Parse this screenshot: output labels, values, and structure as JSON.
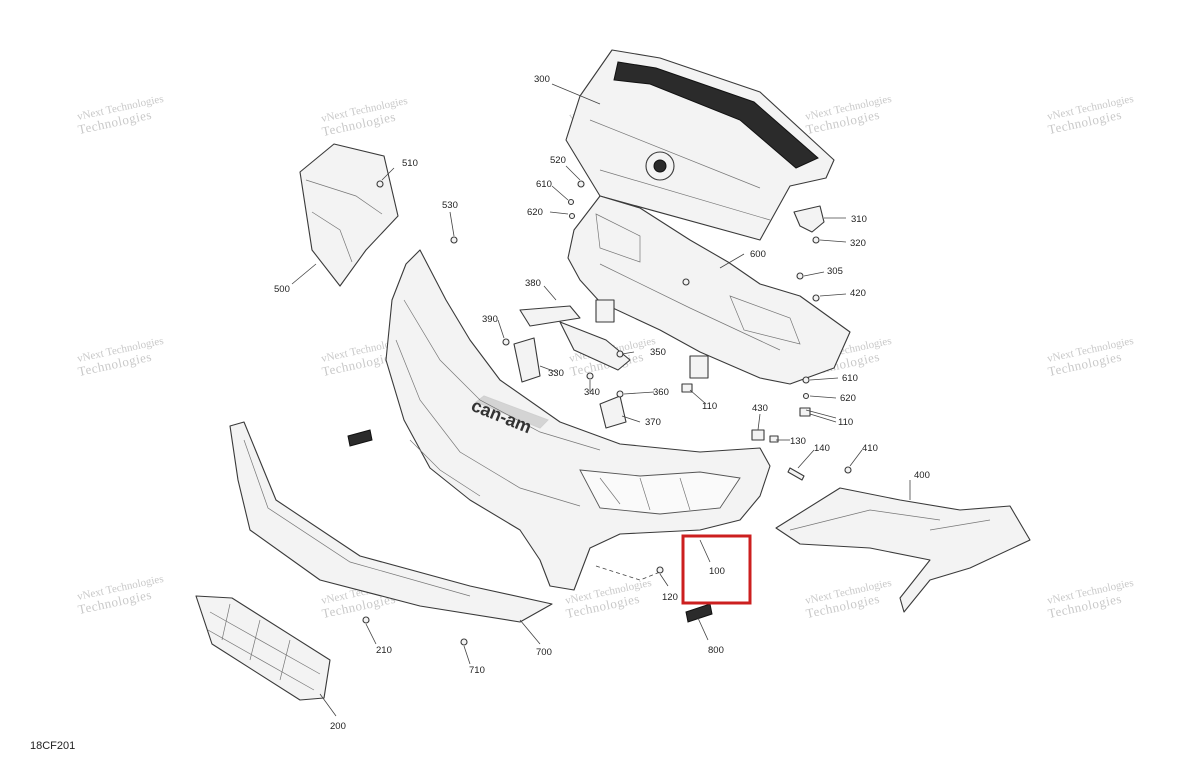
{
  "document_code": "18CF201",
  "watermark": {
    "line1": "vNext Technologies",
    "line2": "Technologies"
  },
  "logo_text": "can-am",
  "highlight_color": "#cc1f1f",
  "callouts": {
    "c100": "100",
    "c110a": "110",
    "c110b": "110",
    "c120": "120",
    "c130": "130",
    "c140": "140",
    "c200": "200",
    "c210": "210",
    "c300": "300",
    "c305": "305",
    "c310": "310",
    "c320": "320",
    "c330": "330",
    "c340": "340",
    "c350": "350",
    "c360": "360",
    "c370": "370",
    "c380": "380",
    "c390": "390",
    "c400": "400",
    "c410": "410",
    "c420": "420",
    "c430": "430",
    "c500": "500",
    "c510": "510",
    "c520": "520",
    "c530": "530",
    "c600": "600",
    "c610a": "610",
    "c610b": "610",
    "c620a": "620",
    "c620b": "620",
    "c700": "700",
    "c710": "710",
    "c800": "800"
  },
  "selected_part": "100"
}
